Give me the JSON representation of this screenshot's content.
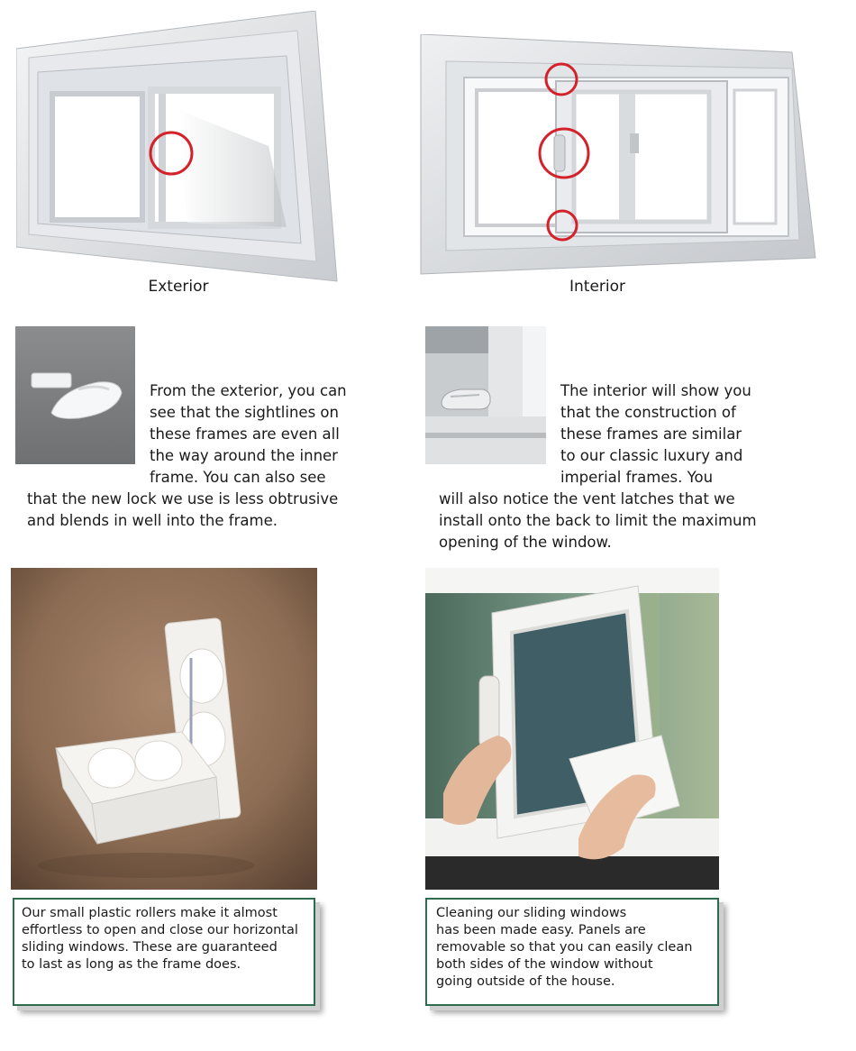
{
  "top": {
    "exterior_caption": "Exterior",
    "interior_caption": "Interior",
    "highlight_color": "#d4222b"
  },
  "exterior_section": {
    "text_lines": [
      "From the exterior, you can",
      "see that the sightlines on",
      "these frames are even all",
      "the way around the inner",
      "frame. You can also see",
      "that the new lock we use is less obtrusive",
      "and blends in well into the frame."
    ]
  },
  "interior_section": {
    "text_lines": [
      "The interior will show you",
      "that the construction of",
      "these frames are similar",
      "to our classic luxury and",
      "imperial frames. You",
      "will also notice the vent latches that we",
      "install onto the back to limit the maximum",
      "opening of the window."
    ]
  },
  "rollers_box": {
    "lines": [
      "Our small plastic rollers make it almost",
      "effortless to open and close our horizontal",
      "sliding windows. These are guaranteed",
      "to last as long as the frame does."
    ]
  },
  "cleaning_box": {
    "lines": [
      "Cleaning our sliding windows",
      "has been made easy. Panels are",
      "removable so that you can easily clean",
      "both sides of the window without",
      "going outside of the house."
    ]
  },
  "colors": {
    "box_border": "#2e6b4f"
  }
}
